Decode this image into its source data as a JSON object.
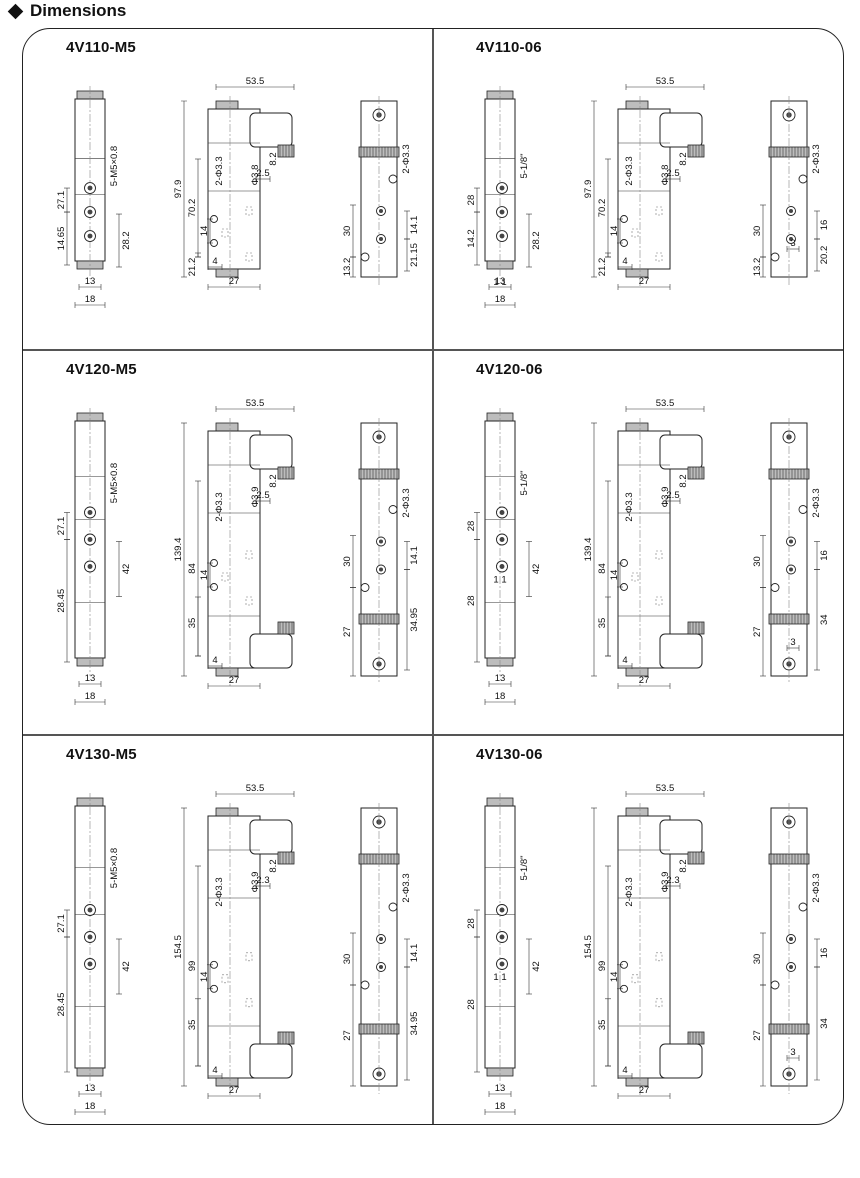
{
  "section_title": "Dimensions",
  "panels": [
    {
      "model": "4V110-M5",
      "variant": "110",
      "thread": "5-M5×0.8",
      "top": "53.5",
      "overall": "97.9",
      "upper": "70.2",
      "pitch": "14",
      "lower_body": "21.2",
      "coil_off": "8.2",
      "coil_w": "2.5",
      "pin_d": "Φ3.8",
      "mount": "2-Φ3.3",
      "off4": "4",
      "depth": "27",
      "f_pitch": "27.1",
      "f_low": "14.65",
      "f_mid": "28.2",
      "f_w1": "13",
      "f_w2": "18",
      "f_w3": "",
      "s_a": "30",
      "s_b": "14.1",
      "s_c": "13.2",
      "s_d": "21.15",
      "s_e": "",
      "s_f": "",
      "s_g": ""
    },
    {
      "model": "4V110-06",
      "variant": "110",
      "thread": "5-1/8\"",
      "top": "53.5",
      "overall": "97.9",
      "upper": "70.2",
      "pitch": "14",
      "lower_body": "21.2",
      "coil_off": "8.2",
      "coil_w": "2.5",
      "pin_d": "Φ3.8",
      "mount": "2-Φ3.3",
      "off4": "4",
      "depth": "27",
      "f_pitch": "28",
      "f_low": "14.2",
      "f_mid": "28.2",
      "f_w1": "13",
      "f_w2": "18",
      "f_w3": "1  1",
      "s_a": "30",
      "s_b": "16",
      "s_c": "13.2",
      "s_d": "20.2",
      "s_e": "3",
      "s_f": "",
      "s_g": ""
    },
    {
      "model": "4V120-M5",
      "variant": "120",
      "thread": "5-M5×0.8",
      "top": "53.5",
      "overall": "139.4",
      "upper": "84",
      "pitch": "14",
      "lower_body": "35",
      "coil_off": "8.2",
      "coil_w": "2.5",
      "pin_d": "Φ3.9",
      "mount": "2-Φ3.3",
      "off4": "4",
      "depth": "27",
      "f_pitch": "27.1",
      "f_low": "28.45",
      "f_mid": "42",
      "f_w1": "13",
      "f_w2": "18",
      "f_w3": "",
      "s_a": "30",
      "s_b": "14.1",
      "s_c": "27",
      "s_d": "34.95",
      "s_e": "",
      "s_f": "",
      "s_g": ""
    },
    {
      "model": "4V120-06",
      "variant": "120",
      "thread": "5-1/8\"",
      "top": "53.5",
      "overall": "139.4",
      "upper": "84",
      "pitch": "14",
      "lower_body": "35",
      "coil_off": "8.2",
      "coil_w": "2.5",
      "pin_d": "Φ3.9",
      "mount": "2-Φ3.3",
      "off4": "4",
      "depth": "27",
      "f_pitch": "28",
      "f_low": "28",
      "f_mid": "42",
      "f_w1": "13",
      "f_w2": "18",
      "f_w3": "1  1",
      "s_a": "30",
      "s_b": "16",
      "s_c": "27",
      "s_d": "34",
      "s_e": "3",
      "s_f": "",
      "s_g": ""
    },
    {
      "model": "4V130-M5",
      "variant": "130",
      "thread": "5-M5×0.8",
      "top": "53.5",
      "overall": "154.5",
      "upper": "99",
      "pitch": "14",
      "lower_body": "35",
      "coil_off": "8.2",
      "coil_w": "2.3",
      "pin_d": "Φ3.9",
      "mount": "2-Φ3.3",
      "off4": "4",
      "depth": "27",
      "f_pitch": "27.1",
      "f_low": "28.45",
      "f_mid": "42",
      "f_w1": "13",
      "f_w2": "18",
      "f_w3": "",
      "s_a": "30",
      "s_b": "14.1",
      "s_c": "27",
      "s_d": "34.95",
      "s_e": "",
      "s_f": "",
      "s_g": ""
    },
    {
      "model": "4V130-06",
      "variant": "130",
      "thread": "5-1/8\"",
      "top": "53.5",
      "overall": "154.5",
      "upper": "99",
      "pitch": "14",
      "lower_body": "35",
      "coil_off": "8.2",
      "coil_w": "2.3",
      "pin_d": "Φ3.9",
      "mount": "2-Φ3.3",
      "off4": "4",
      "depth": "27",
      "f_pitch": "28",
      "f_low": "28",
      "f_mid": "42",
      "f_w1": "13",
      "f_w2": "18",
      "f_w3": "1  1",
      "s_a": "30",
      "s_b": "16",
      "s_c": "27",
      "s_d": "34",
      "s_e": "3",
      "s_f": "",
      "s_g": ""
    }
  ]
}
